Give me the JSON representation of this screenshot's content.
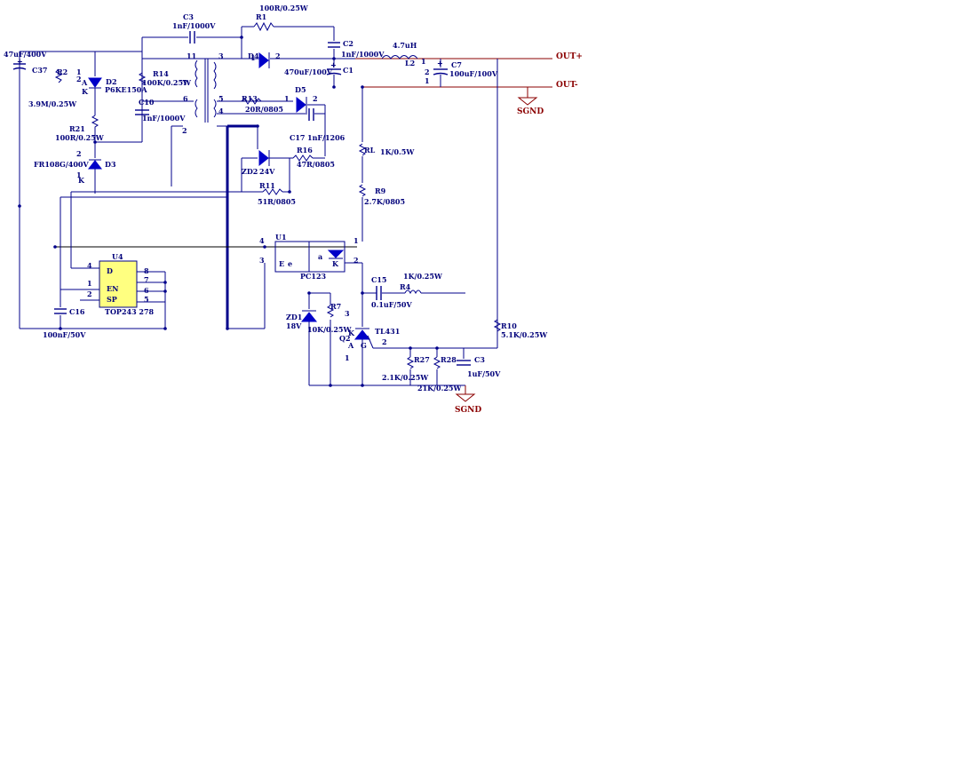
{
  "nets": {
    "out_pos": "OUT+",
    "out_neg": "OUT-",
    "sgnd": "SGND",
    "sgnd2": "SGND"
  },
  "components": {
    "c3_ref": "C3",
    "c3_val": "1nF/1000V",
    "r1_ref": "R1",
    "r1_val": "100R/0.25W",
    "c2_ref": "C2",
    "c2_val": "1nF/1000V",
    "c1_ref": "C1",
    "c1_val": "470uF/100V",
    "l2_val": "4.7uH",
    "l2_ref": "L2",
    "c7_ref": "C7",
    "c7_val": "100uF/100V",
    "d4_ref": "D4",
    "c37_ref": "C37",
    "c37_val": "47uF/400V",
    "r2_ref": "R2",
    "r2_val": "3.9M/0.25W",
    "d2_ref": "D2",
    "d2_val": "P6KE150A",
    "r14_ref": "R14",
    "r14_val": "100K/0.25W",
    "c10_ref": "C10",
    "c10_val": "1nF/1000V",
    "r_ref": "R21",
    "r_val": "100R/0.25W",
    "d3_ref": "D3",
    "d3_val": "FR108G/400V",
    "r13_ref": "R13",
    "r13_val": "20R/0805",
    "d5_ref": "D5",
    "c17_ref": "C17",
    "c17_val": "1nF/1206",
    "r16_ref": "R16",
    "r16_val": "47R/0805",
    "zd2_ref": "ZD2",
    "zd2_val": "24V",
    "r11_ref": "R11",
    "r11_val": "51R/0805",
    "rl_ref": "RL",
    "rl_val": "1K/0.5W",
    "r9_ref": "R9",
    "r9_val": "2.7K/0805",
    "u1_ref": "U1",
    "u1_name": "PC123",
    "u4_ref": "U4",
    "u4_name": "TOP243 278",
    "c16_ref": "C16",
    "c16_val": "100nF/50V",
    "c15_ref": "C15",
    "c15_val": "0.1uF/50V",
    "r4_ref": "R4",
    "r4_val": "1K/0.25W",
    "zd1_ref": "ZD1",
    "zd1_val": "18V",
    "r7_ref": "R7",
    "r7_val": "10K/0.25W",
    "q2_ref": "Q2",
    "q2_val": "TL431",
    "r10_ref": "R10",
    "r10_val": "5.1K/0.25W",
    "r27_ref": "R27",
    "r27_val": "2.1K/0.25W",
    "r28_ref": "R28",
    "r28_val": "21K/0.25W",
    "c3b_ref": "C3",
    "c3b_val": "1uF/50V"
  },
  "pins": {
    "u4_d": "D",
    "u4_en": "EN",
    "u4_sp": "SP",
    "u1_e": "E",
    "u1_k": "K"
  }
}
